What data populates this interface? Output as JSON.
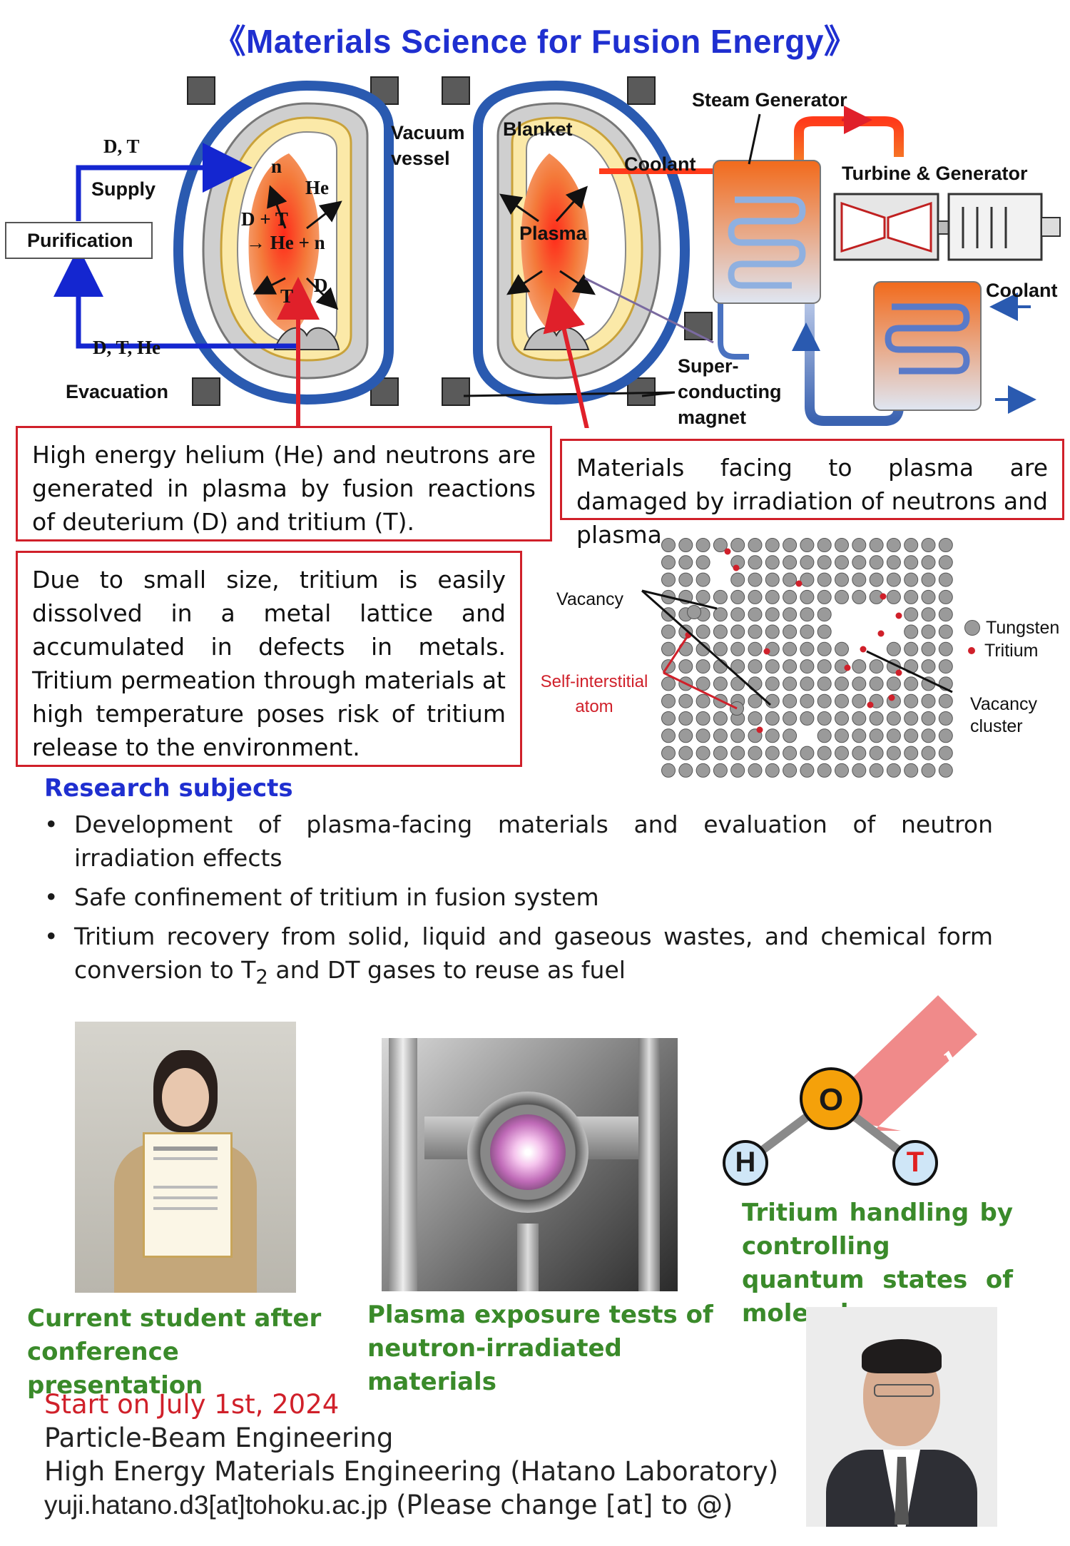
{
  "title": "《Materials Science for Fusion Energy》",
  "diagram": {
    "left": {
      "dt_label": "D, T",
      "supply": "Supply",
      "purification": "Purification",
      "dthe_label": "D, T, He",
      "evacuation": "Evacuation",
      "n": "n",
      "he": "He",
      "reaction_line1": "D + T",
      "reaction_line2": "→ He + n",
      "d": "D",
      "t": "T"
    },
    "vacuum_vessel": "Vacuum vessel",
    "blanket": "Blanket",
    "coolant": "Coolant",
    "plasma": "Plasma",
    "steam_generator": "Steam Generator",
    "turbine": "Turbine & Generator",
    "coolant_right": "Coolant",
    "magnet": "Super-conducting magnet"
  },
  "boxes": {
    "helium": "High energy helium (He) and neutrons are generated in plasma by fusion reactions of deuterium (D) and tritium (T).",
    "damage": "Materials facing to plasma are damaged by irradiation of neutrons and plasma.",
    "tritium": "Due to small size, tritium is easily dissolved in a metal lattice and accumulated in defects in metals. Tritium permeation through materials at high temperature poses risk of tritium release to the environment."
  },
  "lattice": {
    "vacancy": "Vacancy",
    "self_interstitial": "Self-interstitial atom",
    "vacancy_cluster": "Vacancy cluster",
    "legend_tungsten": "Tungsten",
    "legend_tritium": "Tritium"
  },
  "research": {
    "heading": "Research subjects",
    "items": [
      "Development of plasma-facing materials and evaluation of neutron irradiation effects",
      "Safe confinement of tritium in fusion system"
    ],
    "item3_before": "Tritium recovery from solid, liquid and gaseous wastes, and chemical form conversion to T",
    "item3_sub": "2",
    "item3_after": " and DT gases to reuse as fuel"
  },
  "captions": {
    "student": "Current student after conference presentation",
    "plasma_tests": "Plasma exposure tests of neutron-irradiated materials",
    "quantum": "Tritium handling by controlling quantum states of molecules"
  },
  "molecule": {
    "o": "O",
    "h": "H",
    "t": "T",
    "hv": "hν"
  },
  "contact": {
    "start": "Start on July 1st, 2024",
    "course": "Particle-Beam Engineering",
    "lab": "High Energy Materials Engineering (Hatano Laboratory)",
    "email": "yuji.hatano.d3[at]tohoku.ac.jp",
    "email_note": " (Please change [at] to @)"
  },
  "colors": {
    "title": "#1f2fd0",
    "box_border": "#d0202a",
    "caption": "#3a8a2a",
    "start": "#d0202a"
  }
}
